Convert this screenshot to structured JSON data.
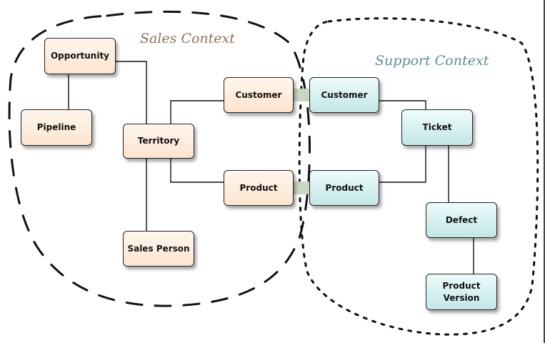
{
  "contexts": {
    "sales": {
      "title": "Sales Context",
      "color": "#8e7060"
    },
    "support": {
      "title": "Support Context",
      "color": "#5e8d90"
    }
  },
  "nodes": {
    "opportunity": "Opportunity",
    "pipeline": "Pipeline",
    "territory": "Territory",
    "sales_person": "Sales Person",
    "sales_customer": "Customer",
    "sales_product": "Product",
    "support_customer": "Customer",
    "support_product": "Product",
    "ticket": "Ticket",
    "defect": "Defect",
    "product_version": "Product\nVersion"
  },
  "colors": {
    "sales_node_fill": "#fde4cf",
    "support_node_fill": "#c3e6e6",
    "shared_link": "#c9d6c4",
    "line": "#111111"
  }
}
